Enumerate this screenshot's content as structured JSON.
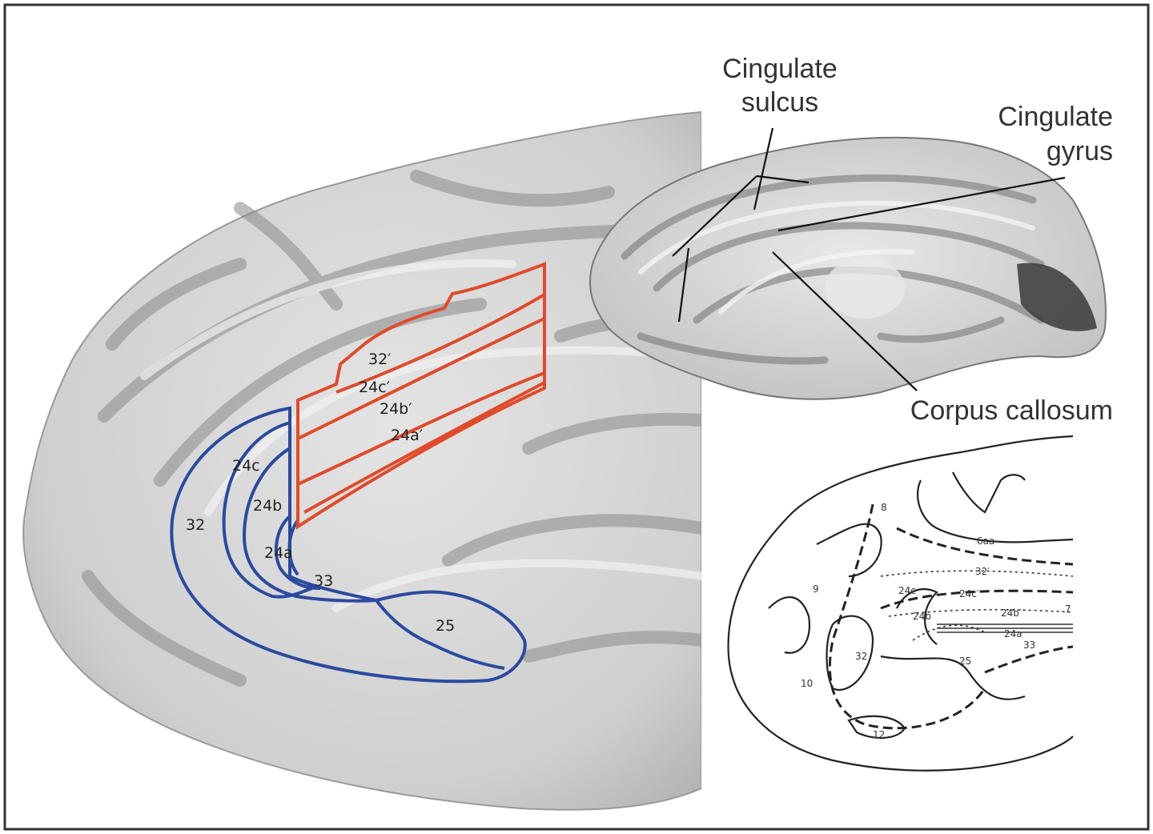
{
  "medial_brain": {
    "blue_labels": [
      "32",
      "24c",
      "24b",
      "24a",
      "33",
      "25"
    ],
    "red_labels": [
      "32′",
      "24c′",
      "24b′",
      "24a′"
    ],
    "colors": {
      "blue": "#2a4aa0",
      "red": "#e04a2a"
    }
  },
  "lateral_brain": {
    "labels": {
      "sulcus_line1": "Cingulate",
      "sulcus_line2": "sulcus",
      "gyrus_line1": "Cingulate",
      "gyrus_line2": "gyrus",
      "callosum": "Corpus callosum"
    }
  },
  "schematic": {
    "labels": [
      "6aa",
      "32′",
      "24c",
      "24c′",
      "24b′",
      "24b",
      "24a",
      "33",
      "25",
      "9",
      "32",
      "10",
      "12",
      "8",
      "7"
    ]
  }
}
